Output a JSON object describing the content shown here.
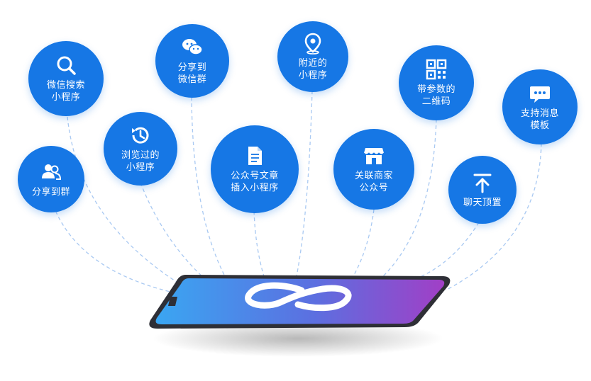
{
  "nodes": [
    {
      "id": "wechat-search",
      "label": "微信搜索\n小程序",
      "icon": "search-icon"
    },
    {
      "id": "share-group",
      "label": "分享到群",
      "icon": "users-icon"
    },
    {
      "id": "share-wechat-group",
      "label": "分享到\n微信群",
      "icon": "wechat-icon"
    },
    {
      "id": "recently-viewed",
      "label": "浏览过的\n小程序",
      "icon": "history-icon"
    },
    {
      "id": "article-embed",
      "label": "公众号文章\n插入小程序",
      "icon": "document-icon"
    },
    {
      "id": "nearby",
      "label": "附近的\n小程序",
      "icon": "location-pin-icon"
    },
    {
      "id": "linked-merchant",
      "label": "关联商家\n公众号",
      "icon": "store-icon"
    },
    {
      "id": "qr-code",
      "label": "带参数的\n二维码",
      "icon": "qr-code-icon"
    },
    {
      "id": "chat-pin",
      "label": "聊天顶置",
      "icon": "pin-top-icon"
    },
    {
      "id": "template-message",
      "label": "支持消息\n模板",
      "icon": "message-icon"
    }
  ],
  "colors": {
    "node": "#1677e5",
    "line": "#a9c9f2",
    "screen_start": "#3aa0f0",
    "screen_end": "#9b3fc8",
    "phone_body": "#2e2f36"
  },
  "center_logo": "mini-program-logo-icon"
}
